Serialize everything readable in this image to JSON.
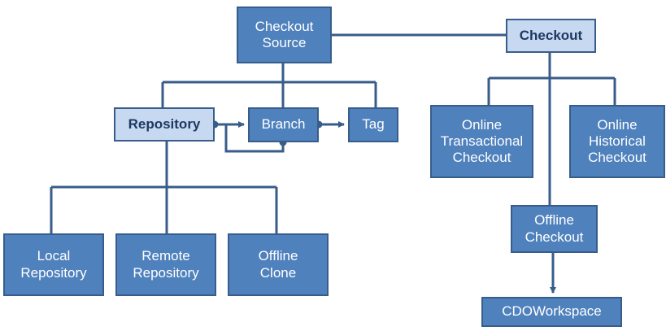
{
  "diagram": {
    "title": "Checkout Source / Checkout structure diagram",
    "colors": {
      "dark_fill": "#4F81BD",
      "light_fill": "#C6D9F0",
      "border": "#385D8A",
      "line": "#385D8A",
      "dark_text": "#FFFFFF",
      "light_text": "#1F3864",
      "background": "#FFFFFF"
    },
    "nodes": [
      {
        "id": "checkout-source",
        "label": "Checkout\nSource",
        "style": "dark"
      },
      {
        "id": "checkout",
        "label": "Checkout",
        "style": "light"
      },
      {
        "id": "repository",
        "label": "Repository",
        "style": "light"
      },
      {
        "id": "branch",
        "label": "Branch",
        "style": "dark"
      },
      {
        "id": "tag",
        "label": "Tag",
        "style": "dark"
      },
      {
        "id": "local-repository",
        "label": "Local\nRepository",
        "style": "dark"
      },
      {
        "id": "remote-repository",
        "label": "Remote\nRepository",
        "style": "dark"
      },
      {
        "id": "offline-clone",
        "label": "Offline\nClone",
        "style": "dark"
      },
      {
        "id": "online-transactional",
        "label": "Online\nTransactional\nCheckout",
        "style": "dark"
      },
      {
        "id": "online-historical",
        "label": "Online\nHistorical\nCheckout",
        "style": "dark"
      },
      {
        "id": "offline-checkout",
        "label": "Offline\nCheckout",
        "style": "dark"
      },
      {
        "id": "cdo-workspace",
        "label": "CDOWorkspace",
        "style": "dark"
      }
    ],
    "edges": [
      {
        "from": "checkout-source",
        "to": "checkout",
        "kind": "plain"
      },
      {
        "from": "checkout-source",
        "to": "repository",
        "kind": "plain"
      },
      {
        "from": "checkout-source",
        "to": "branch",
        "kind": "plain"
      },
      {
        "from": "checkout-source",
        "to": "tag",
        "kind": "plain"
      },
      {
        "from": "repository",
        "to": "branch",
        "kind": "arrow"
      },
      {
        "from": "branch",
        "to": "tag",
        "kind": "arrow"
      },
      {
        "from": "branch",
        "to": "branch",
        "kind": "loop"
      },
      {
        "from": "repository",
        "to": "local-repository",
        "kind": "plain"
      },
      {
        "from": "repository",
        "to": "remote-repository",
        "kind": "plain"
      },
      {
        "from": "repository",
        "to": "offline-clone",
        "kind": "plain"
      },
      {
        "from": "checkout",
        "to": "online-transactional",
        "kind": "plain"
      },
      {
        "from": "checkout",
        "to": "online-historical",
        "kind": "plain"
      },
      {
        "from": "checkout",
        "to": "offline-checkout",
        "kind": "plain"
      },
      {
        "from": "offline-checkout",
        "to": "cdo-workspace",
        "kind": "arrow"
      }
    ]
  }
}
